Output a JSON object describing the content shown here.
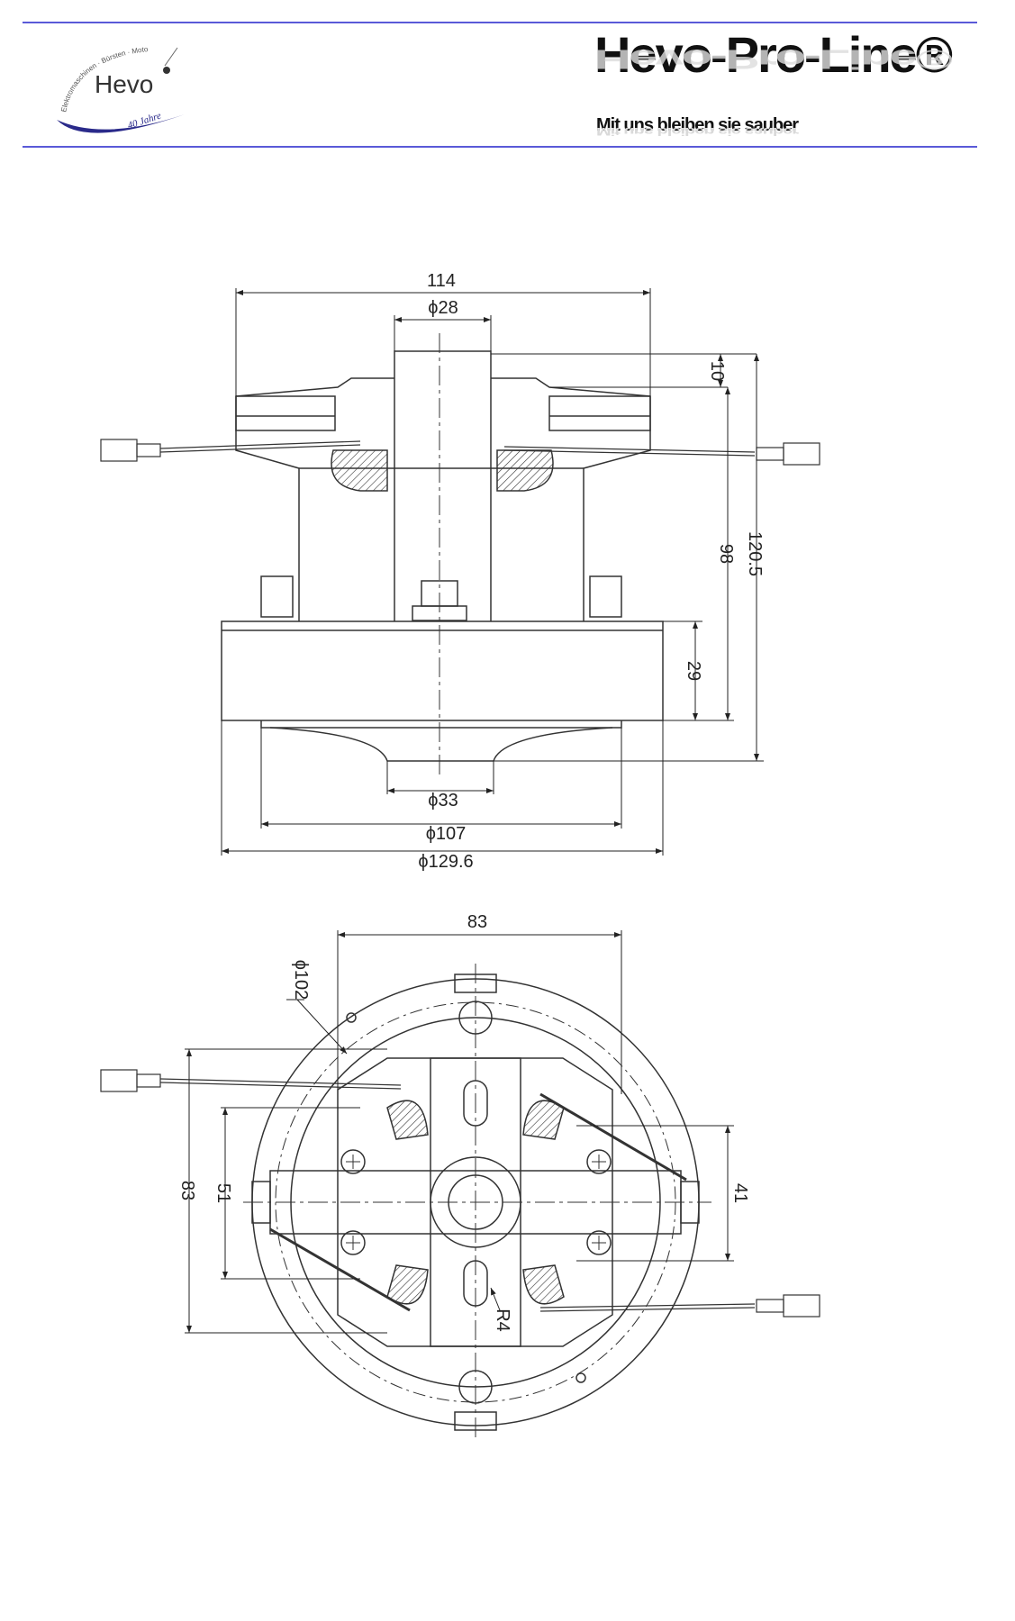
{
  "header": {
    "logo": {
      "name": "Hevo",
      "arc_text": "Elektromaschinen · Bürsten · Motoren",
      "anniversary": "40 Jahre"
    },
    "title": "Hevo-Pro-Line®",
    "tagline": "Mit uns bleiben sie sauber"
  },
  "colors": {
    "rule": "#5a5ad8",
    "logo_swoosh": "#2a2a8a",
    "line": "#333333"
  },
  "side_view": {
    "dim_width_top": "114",
    "dim_shaft": "ϕ28",
    "dim_top": "10",
    "dim_body": "98",
    "dim_total_height": "120.5",
    "dim_fan": "29",
    "dim_inlet": "ϕ33",
    "dim_fan_outer": "ϕ107",
    "dim_housing": "ϕ129.6"
  },
  "top_view": {
    "dim_width": "83",
    "dim_circle": "ϕ102",
    "dim_height_left": "83",
    "dim_left_inner": "51",
    "dim_right_inner": "41",
    "dim_radius": "R4"
  }
}
